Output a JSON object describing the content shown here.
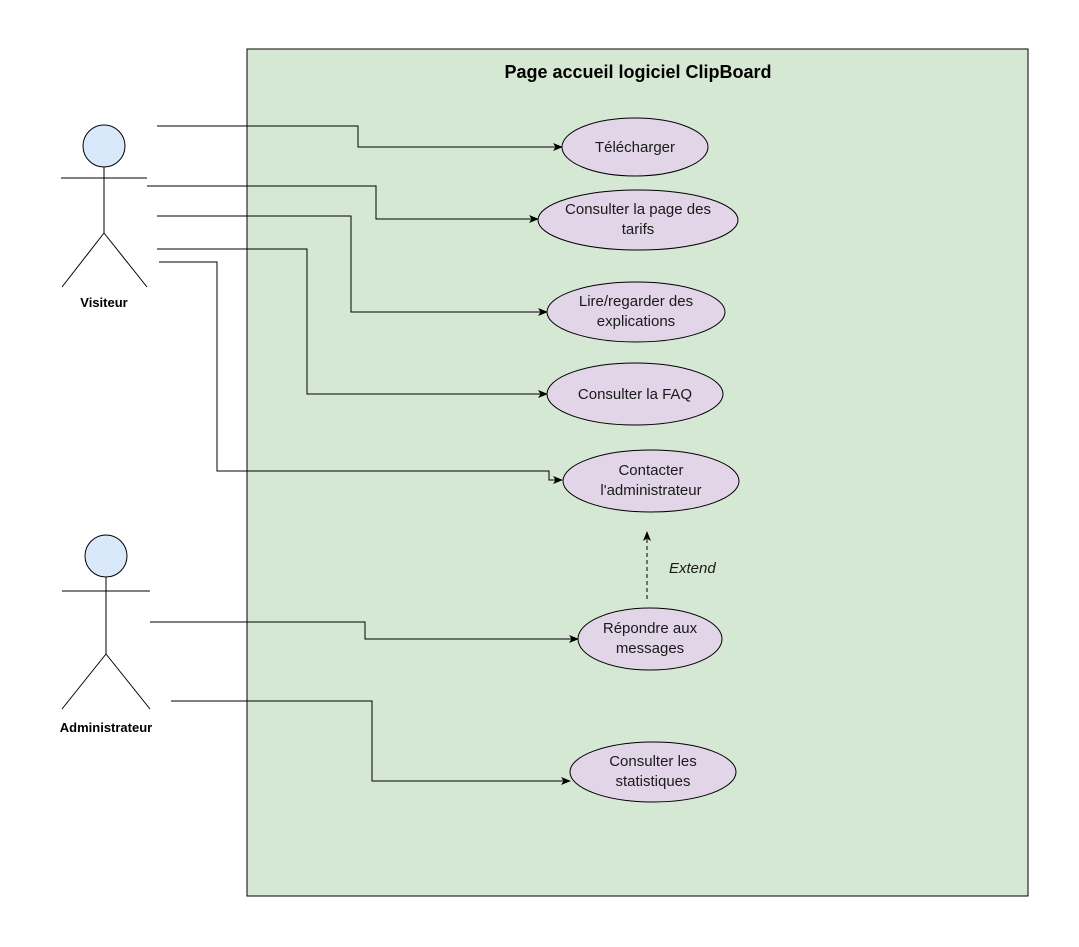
{
  "system": {
    "title": "Page accueil logiciel ClipBoard",
    "fill": "#d5e8d4",
    "stroke": "#000000"
  },
  "actors": {
    "visiteur": {
      "label": "Visiteur",
      "head_fill": "#dae8fc"
    },
    "administrateur": {
      "label": "Administrateur",
      "head_fill": "#dae8fc"
    }
  },
  "use_cases": {
    "fill": "#e1d5e7",
    "telecharger": [
      "Télécharger"
    ],
    "tarifs": [
      "Consulter la page des",
      "tarifs"
    ],
    "explications": [
      "Lire/regarder des",
      "explications"
    ],
    "faq": [
      "Consulter la FAQ"
    ],
    "contacter": [
      "Contacter",
      "l'administrateur"
    ],
    "repondre": [
      "Répondre aux",
      "messages"
    ],
    "statistiques": [
      "Consulter les",
      "statistiques"
    ]
  },
  "relations": {
    "extend_label": "Extend"
  }
}
